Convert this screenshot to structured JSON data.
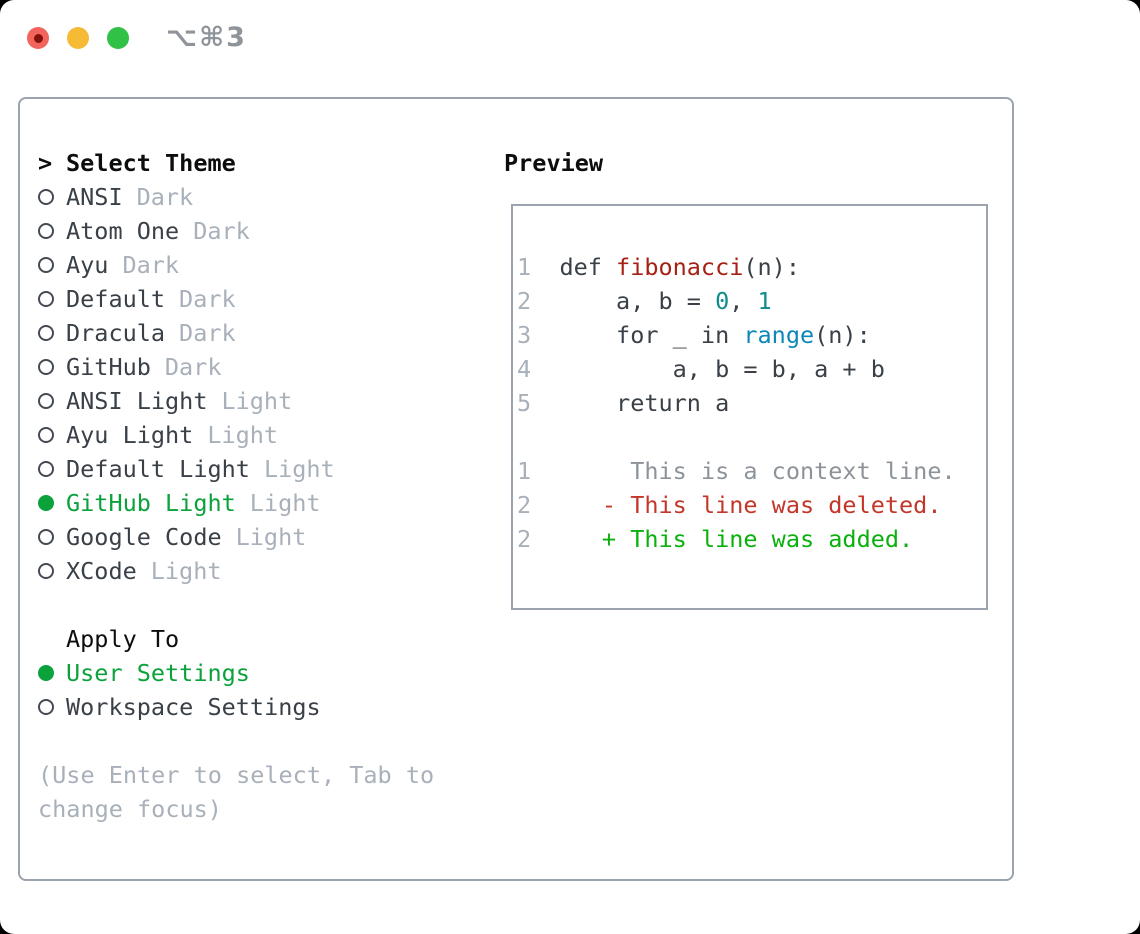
{
  "window": {
    "title": "⌥⌘3",
    "traffic_lights": {
      "close_color": "#f2645c",
      "close_dot_color": "#83120a",
      "minimize_color": "#f5bb35",
      "zoom_color": "#31c146"
    }
  },
  "theme_picker": {
    "prompt": ">",
    "title": "Select Theme",
    "themes": [
      {
        "name": "ANSI",
        "variant": "Dark",
        "selected": false
      },
      {
        "name": "Atom One",
        "variant": "Dark",
        "selected": false
      },
      {
        "name": "Ayu",
        "variant": "Dark",
        "selected": false
      },
      {
        "name": "Default",
        "variant": "Dark",
        "selected": false
      },
      {
        "name": "Dracula",
        "variant": "Dark",
        "selected": false
      },
      {
        "name": "GitHub",
        "variant": "Dark",
        "selected": false
      },
      {
        "name": "ANSI Light",
        "variant": "Light",
        "selected": false
      },
      {
        "name": "Ayu Light",
        "variant": "Light",
        "selected": false
      },
      {
        "name": "Default Light",
        "variant": "Light",
        "selected": false
      },
      {
        "name": "GitHub Light",
        "variant": "Light",
        "selected": true
      },
      {
        "name": "Google Code",
        "variant": "Light",
        "selected": false
      },
      {
        "name": "XCode",
        "variant": "Light",
        "selected": false
      }
    ],
    "apply_to": {
      "title": "Apply To",
      "options": [
        {
          "label": "User Settings",
          "selected": true
        },
        {
          "label": "Workspace Settings",
          "selected": false
        }
      ]
    },
    "help_lines": [
      "(Use Enter to select, Tab to",
      "change focus)"
    ]
  },
  "preview": {
    "title": "Preview",
    "code_lines": [
      {
        "num": "1",
        "s1": "  def ",
        "fn": "fibonacci",
        "s2": "(n):"
      },
      {
        "num": "2",
        "s1": "      a, b = ",
        "c1": "0",
        "s2": ", ",
        "c2": "1"
      },
      {
        "num": "3",
        "s1": "      for _ in ",
        "call": "range",
        "s2": "(n):"
      },
      {
        "num": "4",
        "s1": "          a, b = b, a + b"
      },
      {
        "num": "5",
        "s1": "      return a"
      }
    ],
    "diff_lines": [
      {
        "num": "1",
        "pad": "       ",
        "text": "This is a context line.",
        "kind": "context"
      },
      {
        "num": "2",
        "pad": "     ",
        "text": "- This line was deleted.",
        "kind": "deleted"
      },
      {
        "num": "2",
        "pad": "     ",
        "text": "+ This line was added.",
        "kind": "added"
      }
    ]
  },
  "colors": {
    "panel_border": "#9aa3ae",
    "text_primary": "#3a4047",
    "text_header": "#0c0d0e",
    "text_muted": "#a8b0ba",
    "selection_green": "#0ba23c",
    "syntax_function_red": "#a42113",
    "syntax_constant_teal": "#0d8c8c",
    "syntax_call_blue": "#0b87ba",
    "diff_context_gray": "#8d939b",
    "diff_deleted_red": "#c3372a",
    "diff_added_green": "#0ab00c"
  }
}
